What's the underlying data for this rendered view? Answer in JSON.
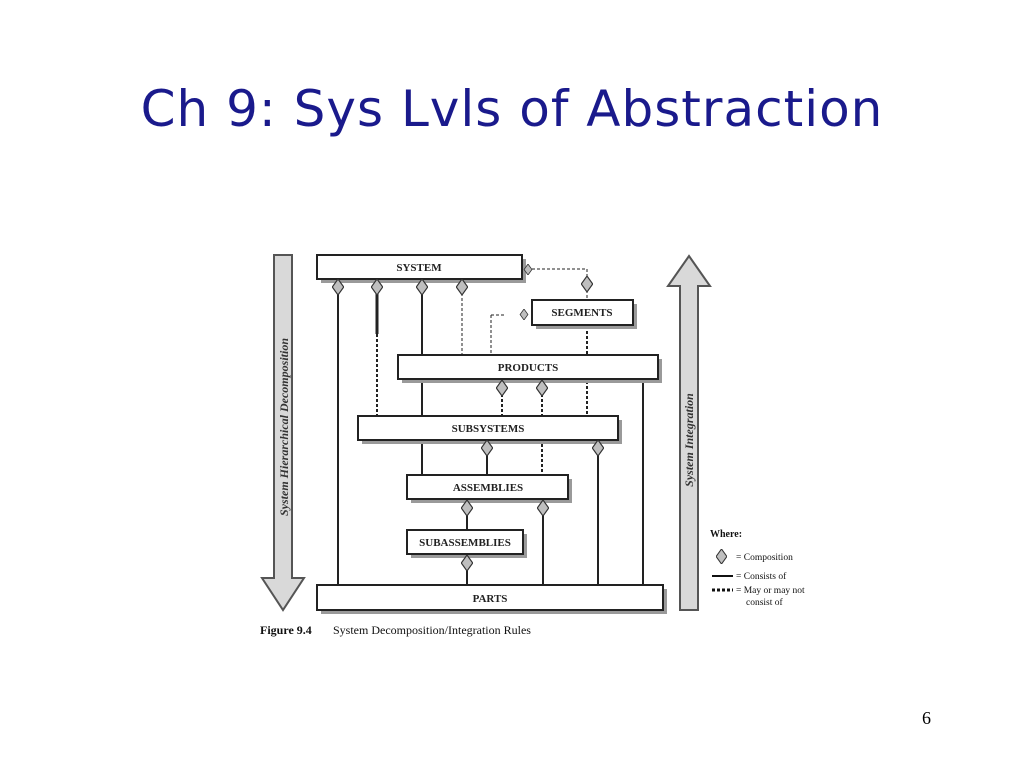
{
  "slide": {
    "title": "Ch 9: Sys Lvls of Abstraction",
    "page_number": "6"
  },
  "diagram": {
    "boxes": {
      "system": "SYSTEM",
      "segments": "SEGMENTS",
      "products": "PRODUCTS",
      "subsystems": "SUBSYSTEMS",
      "assemblies": "ASSEMBLIES",
      "subassemblies": "SUBASSEMBLIES",
      "parts": "PARTS"
    },
    "left_arrow_label": "System Hierarchical Decomposition",
    "right_arrow_label": "System Integration",
    "legend": {
      "title": "Where:",
      "composition": "= Composition",
      "consists_of": "= Consists of",
      "may_or_may_not_line1": "= May or may not",
      "may_or_may_not_line2": "consist of"
    },
    "caption": {
      "figure_number": "Figure 9.4",
      "text": "System Decomposition/Integration Rules"
    },
    "colors": {
      "title": "#1a1a8c",
      "diamond_fill": "#bfbfbf",
      "arrow_fill": "#d9d9d9",
      "box_shadow": "#9a9a9a"
    }
  }
}
